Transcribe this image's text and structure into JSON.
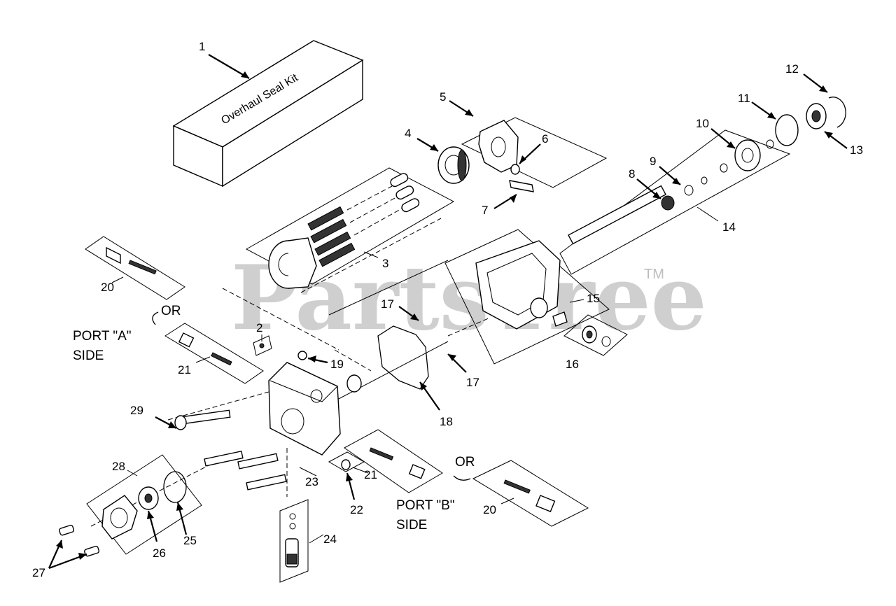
{
  "watermark": {
    "text": "PartsTree",
    "trademark": "TM"
  },
  "kit": {
    "label": "Overhaul Seal Kit"
  },
  "side_labels": {
    "port_a_line1": "PORT \"A\"",
    "port_a_line2": "SIDE",
    "port_b_line1": "PORT \"B\"",
    "port_b_line2": "SIDE",
    "or_a": "OR",
    "or_b": "OR"
  },
  "callouts": [
    {
      "id": "c1",
      "text": "1"
    },
    {
      "id": "c2",
      "text": "2"
    },
    {
      "id": "c3",
      "text": "3"
    },
    {
      "id": "c4",
      "text": "4"
    },
    {
      "id": "c5",
      "text": "5"
    },
    {
      "id": "c6",
      "text": "6"
    },
    {
      "id": "c7",
      "text": "7"
    },
    {
      "id": "c8",
      "text": "8"
    },
    {
      "id": "c9",
      "text": "9"
    },
    {
      "id": "c10",
      "text": "10"
    },
    {
      "id": "c11",
      "text": "11"
    },
    {
      "id": "c12",
      "text": "12"
    },
    {
      "id": "c13",
      "text": "13"
    },
    {
      "id": "c14",
      "text": "14"
    },
    {
      "id": "c15",
      "text": "15"
    },
    {
      "id": "c16",
      "text": "16"
    },
    {
      "id": "c17a",
      "text": "17"
    },
    {
      "id": "c17b",
      "text": "17"
    },
    {
      "id": "c18",
      "text": "18"
    },
    {
      "id": "c19",
      "text": "19"
    },
    {
      "id": "c20a",
      "text": "20"
    },
    {
      "id": "c20b",
      "text": "20"
    },
    {
      "id": "c21a",
      "text": "21"
    },
    {
      "id": "c21b",
      "text": "21"
    },
    {
      "id": "c22",
      "text": "22"
    },
    {
      "id": "c23",
      "text": "23"
    },
    {
      "id": "c24",
      "text": "24"
    },
    {
      "id": "c25",
      "text": "25"
    },
    {
      "id": "c26",
      "text": "26"
    },
    {
      "id": "c27",
      "text": "27"
    },
    {
      "id": "c28",
      "text": "28"
    },
    {
      "id": "c29",
      "text": "29"
    }
  ]
}
